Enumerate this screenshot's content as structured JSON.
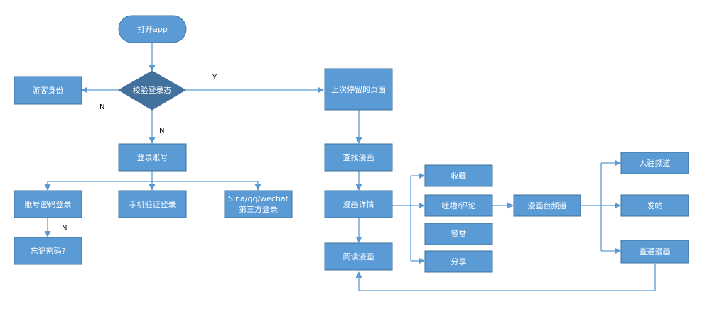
{
  "nodes": {
    "open_app": "打开app",
    "check_login": "校验登录态",
    "guest": "游客身份",
    "last_page": "上次停留的页面",
    "login_account": "登录账号",
    "pwd_login": "账号密码登录",
    "phone_login": "手机验证登录",
    "third_party_line1": "Sina/qq/wechat",
    "third_party_line2": "第三方登录",
    "forgot_pwd": "忘记密码?",
    "find_comic": "查找漫画",
    "comic_detail": "漫画详情",
    "read_comic": "阅读漫画",
    "favorite": "收藏",
    "comment": "吐槽/评论",
    "reward": "赞赏",
    "share": "分享",
    "channel": "漫画台频道",
    "join_channel": "入驻频道",
    "post": "发帖",
    "direct_comic": "直通漫画"
  },
  "edge_labels": {
    "yes": "Y",
    "no_guest": "N",
    "no_login": "N",
    "no_forgot": "N"
  },
  "colors": {
    "node_fill": "#5b9bd5",
    "node_stroke": "#41719c",
    "diamond_fill": "#41719c",
    "edge": "#5b9bd5",
    "text": "#ffffff"
  }
}
